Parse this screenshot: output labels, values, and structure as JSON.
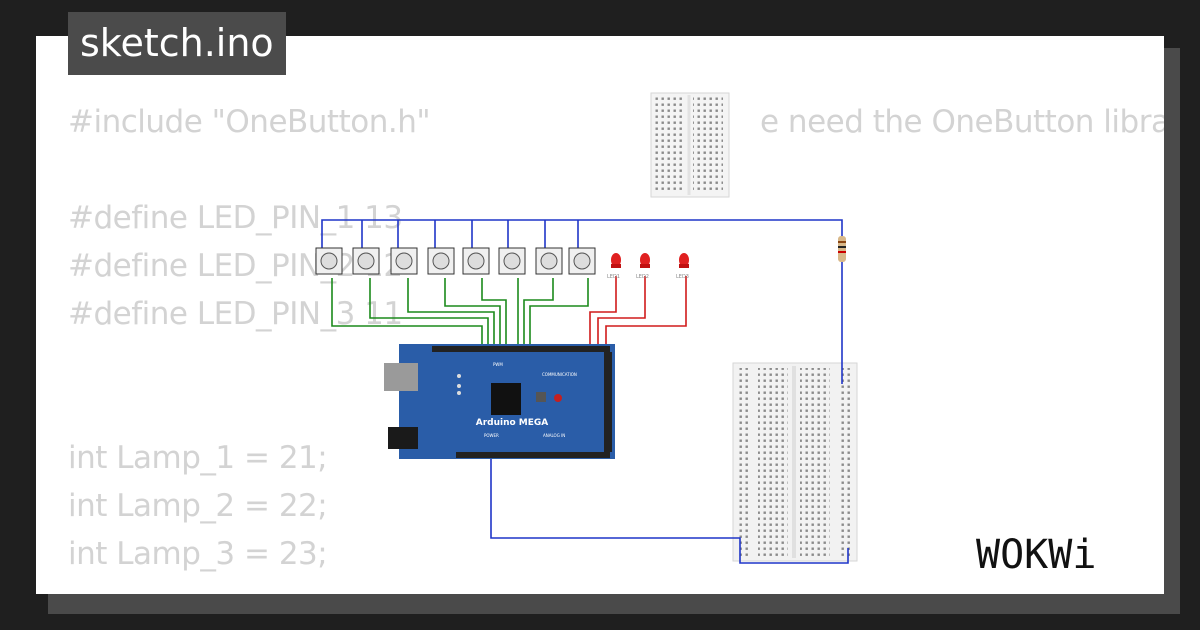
{
  "title": "sketch.ino",
  "code_lines": [
    "#include \"OneButton.h\"",
    "#define LED_PIN_1 13",
    "#define LED_PIN_2 12",
    "#define LED_PIN_3 11",
    "int Lamp_1 = 21;",
    "int Lamp_2 = 22;",
    "int Lamp_3 = 23;"
  ],
  "code_comment": "e need the OneButton libra",
  "board_label": "Arduino MEGA",
  "board_headers": {
    "power": "POWER",
    "analog": "ANALOG IN",
    "pwm": "PWM",
    "comm": "COMMUNICATION"
  },
  "led_labels": [
    "LED1",
    "LED2",
    "LED3"
  ],
  "brand": "WOKWi",
  "colors": {
    "wire_blue": "#1f35c8",
    "wire_green": "#1c8a1c",
    "wire_red": "#d01b1b",
    "board_blue": "#2a5da8",
    "code_text": "#d3d3d3"
  }
}
